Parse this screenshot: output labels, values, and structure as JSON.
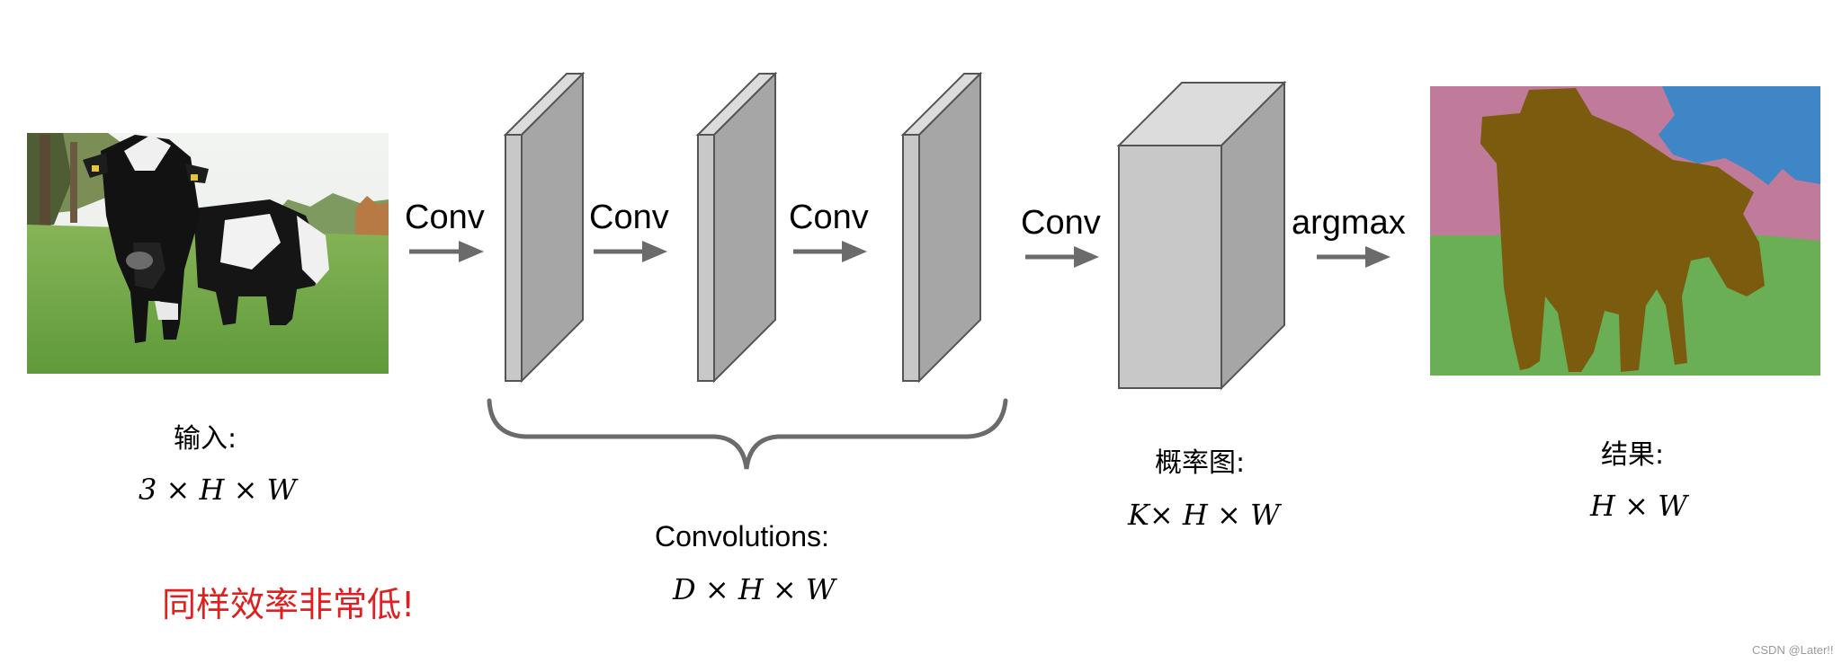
{
  "steps": {
    "conv1": "Conv",
    "conv2": "Conv",
    "conv3": "Conv",
    "conv4": "Conv",
    "argmax": "argmax"
  },
  "input": {
    "label": "输入:",
    "dims": "3 × H × W"
  },
  "convolutions": {
    "label": "Convolutions:",
    "dims": "D × H × W"
  },
  "probability_map": {
    "label": "概率图:",
    "dims": "K× H × W"
  },
  "result": {
    "label": "结果:",
    "dims": "H × W"
  },
  "note": "同样效率非常低!",
  "watermark": "CSDN @Later!!",
  "colors": {
    "arrow": "#6b6b6b",
    "layer_front": "#c8c8c8",
    "layer_side": "#a6a6a6",
    "layer_top": "#dcdcdc",
    "note": "#e02020",
    "seg_sky": "#3f86c6",
    "seg_tree": "#c07a9a",
    "seg_grass": "#6aae55",
    "seg_cow": "#7b5c0e"
  }
}
